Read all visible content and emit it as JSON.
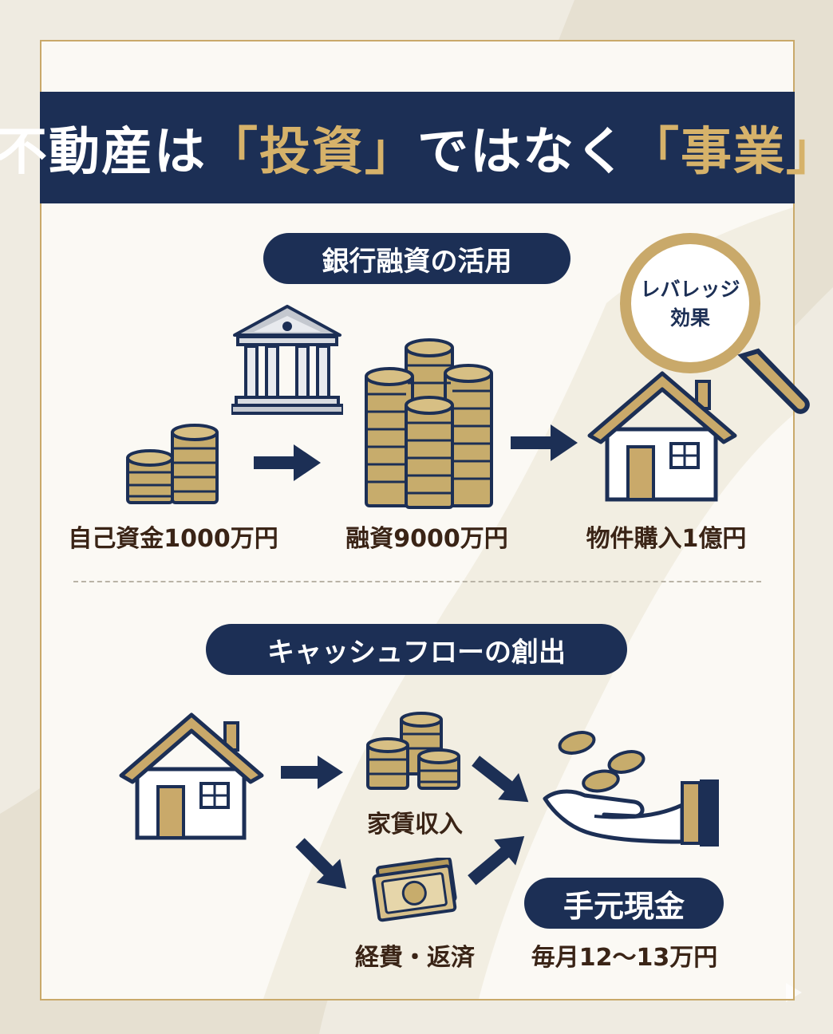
{
  "title": {
    "part1": "不動産は",
    "part2": "「投資」",
    "part3": "ではなく",
    "part4": "「事業」"
  },
  "section1": {
    "heading": "銀行融資の活用",
    "magnifier_text_line1": "レバレッジ",
    "magnifier_text_line2": "効果",
    "own_funds": "自己資金1000万円",
    "loan": "融資9000万円",
    "purchase": "物件購入1億円"
  },
  "section2": {
    "heading": "キャッシュフローの創出",
    "rent_income": "家賃収入",
    "expenses": "経費・返済",
    "cash_on_hand": "手元現金",
    "monthly": "毎月12〜13万円"
  },
  "icons": [
    "bank-icon",
    "coin-stack-icon",
    "house-icon",
    "magnifier-icon",
    "arrow-icon",
    "banknote-icon",
    "hand-coins-icon"
  ],
  "colors": {
    "navy": "#1c2f55",
    "gold": "#c9a96a",
    "coin": "#c7ac6c",
    "background": "#efebe1",
    "text_brown": "#3a2416"
  }
}
